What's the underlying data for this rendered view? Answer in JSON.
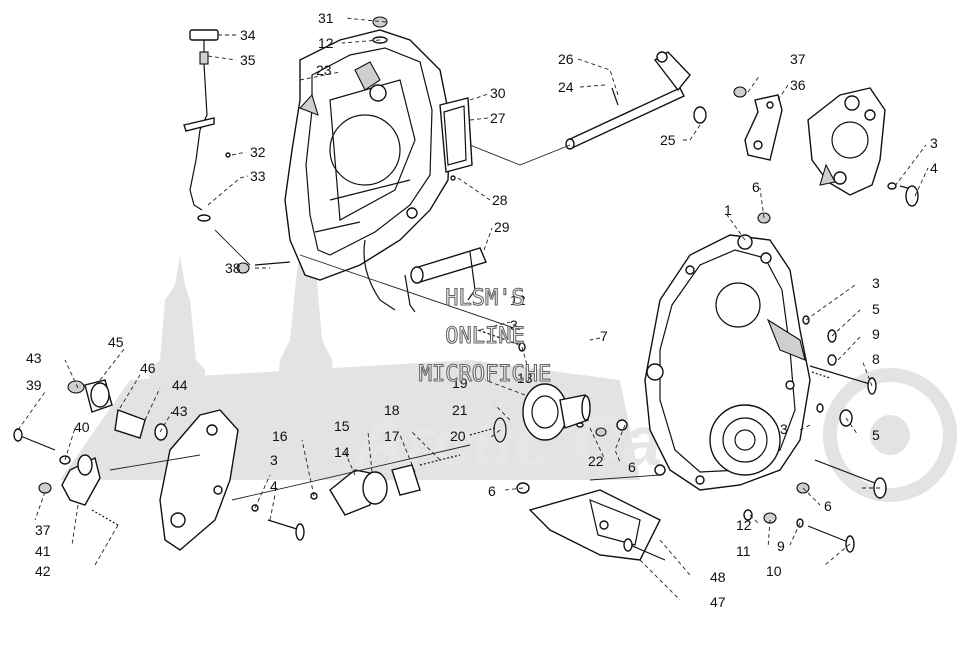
{
  "watermark": {
    "line1": "HLSM'S",
    "line2": "ONLINE",
    "line3": "MICROFICHE",
    "logo_text": "Arctic Cat"
  },
  "callouts": {
    "c1": "1",
    "c3a": "3",
    "c3b": "3",
    "c3c": "3",
    "c3d": "3",
    "c3e": "3",
    "c4a": "4",
    "c4b": "4",
    "c5a": "5",
    "c5b": "5",
    "c6a": "6",
    "c6b": "6",
    "c6c": "6",
    "c6d": "6",
    "c7": "7",
    "c8": "8",
    "c9a": "9",
    "c9b": "9",
    "c10": "10",
    "c11": "11",
    "c12a": "12",
    "c12b": "12",
    "c12c": "12",
    "c13": "13",
    "c14": "14",
    "c15": "15",
    "c16": "16",
    "c17": "17",
    "c18": "18",
    "c19": "19",
    "c20": "20",
    "c21": "21",
    "c22": "22",
    "c23": "23",
    "c24": "24",
    "c25": "25",
    "c26": "26",
    "c27": "27",
    "c28": "28",
    "c29": "29",
    "c30": "30",
    "c31": "31",
    "c32": "32",
    "c33": "33",
    "c34": "34",
    "c35": "35",
    "c36": "36",
    "c37a": "37",
    "c37b": "37",
    "c38": "38",
    "c39": "39",
    "c40": "40",
    "c41": "41",
    "c42": "42",
    "c43a": "43",
    "c43b": "43",
    "c44": "44",
    "c45": "45",
    "c46": "46",
    "c47": "47",
    "c48": "48"
  }
}
